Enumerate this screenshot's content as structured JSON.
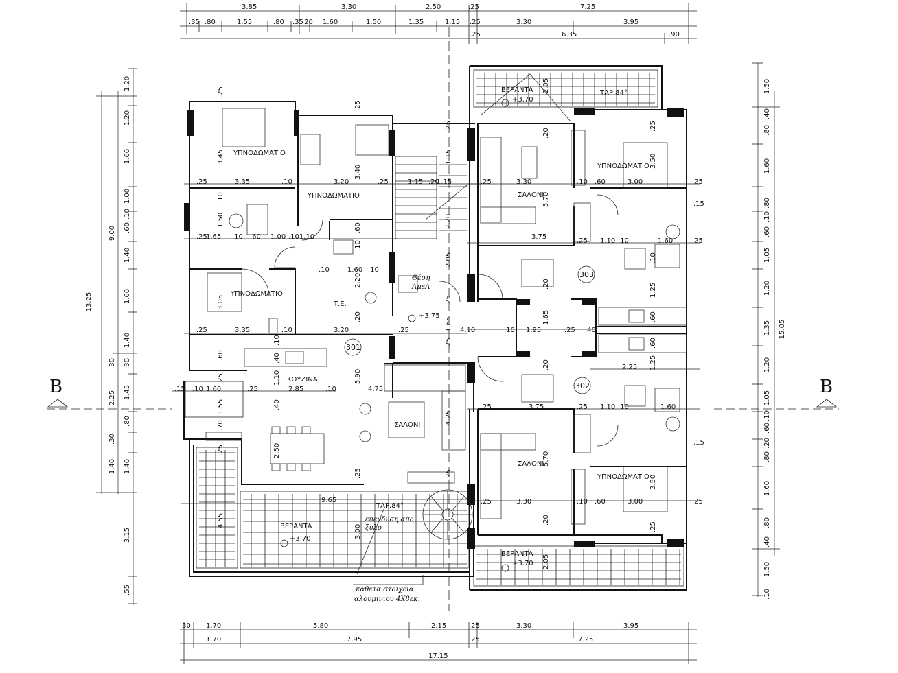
{
  "rooms": {
    "bed_left_top": "ΥΠΝΟΔΩΜΑΤΙΟ",
    "bed_mid_top": "ΥΠΝΟΔΩΜΑΤΙΟ",
    "bed_left_mid": "ΥΠΝΟΔΩΜΑΤΙΟ",
    "bed_right_top": "ΥΠΝΟΔΩΜΑΤΙΟ",
    "bed_right_bottom": "ΥΠΝΟΔΩΜΑΤΙΟ",
    "kitchen": "ΚΟΥΖΙΝΑ",
    "saloni_left": "ΣΑΛΟΝΙ",
    "saloni_right_top": "ΣΑΛΟΝΙ",
    "saloni_right_bottom": "ΣΑΛΟΝΙ",
    "veranda_left": "ΒΕΡΑΝΤΑ",
    "veranda_top_right": "ΒΕΡΑΝΤΑ",
    "veranda_bottom_right": "ΒΕΡΑΝΤΑ"
  },
  "levels": {
    "veranda_left": "+3.70",
    "veranda_top_right": "+3.70",
    "veranda_bottom_right": "+3.70",
    "landing": "+3.75"
  },
  "units": {
    "u301": "301",
    "u302": "302",
    "u303": "303"
  },
  "section_marks": {
    "left": "B",
    "right": "B"
  },
  "notes": {
    "thesi_1": "Θέση",
    "thesi_2": "ΑμεΑ",
    "te": "Τ.Ε.",
    "tap_top": "ΤΑΡ.84°",
    "tap_bottom": "ΤΑΡ.84°",
    "floor_1": "επενδυση απο",
    "floor_2": "ξυλο",
    "alum_1": "καθετα στοιχεια",
    "alum_2": "αλουμινιου 4Χ8εκ."
  },
  "dims_top_row1": [
    "3.85",
    "3.30",
    "2.50",
    ".25",
    "7.25"
  ],
  "dims_top_row2": [
    ".35",
    ".80",
    "1.55",
    ".80",
    ".35",
    ".20",
    "1.60",
    "1.50",
    "1.35",
    "1.15",
    ".25",
    "3.30",
    "3.95"
  ],
  "dims_top_row3": [
    ".25",
    "6.35",
    ".90"
  ],
  "dims_bottom_row1": [
    ".30",
    "1.70",
    "5.80",
    "2.15",
    ".25",
    "3.30",
    "3.95"
  ],
  "dims_bottom_row2": [
    "1.70",
    "7.95",
    ".25",
    "7.25"
  ],
  "dims_bottom_row3": [
    "17.15"
  ],
  "dims_left_outer": [
    "13.25"
  ],
  "dims_left_mid": [
    "9.00",
    "3.15"
  ],
  "dims_left_inner": [
    "1.20",
    "1.20",
    "1.60",
    "1.00",
    ".10",
    ".60",
    "1.40",
    "1.60",
    "1.40",
    ".30",
    ".30",
    "1.45",
    "2.25",
    ".80",
    ".30",
    "1.40",
    "1.40",
    ".55"
  ],
  "dims_right_outer": [
    "15.05"
  ],
  "dims_right_inner": [
    "1.50",
    ".40",
    ".80",
    "1.60",
    ".80",
    ".10",
    ".60",
    "1.05",
    "1.20",
    "1.35",
    "1.20",
    "1.05",
    ".10",
    ".60",
    ".20",
    ".80",
    "1.60",
    ".80",
    ".40",
    "1.50",
    ".10"
  ],
  "dims_interior": {
    "a_345": "3.45",
    "a_335a": "3.35",
    "a_10a": ".10",
    "a_25a": ".25",
    "a_25b": ".25",
    "a_320a": "3.20",
    "a_340": "3.40",
    "a_25c": ".25",
    "a_115a": "1.15",
    "a_20a": ".20",
    "a_115b": "1.15",
    "a_115c": "1.15",
    "a_150": "1.50",
    "a_10b": ".10",
    "a_165": "1.65",
    "a_10c": ".10",
    "a_60a": ".60",
    "a_100": "1.00",
    "a_10110": ".101.10",
    "a_25d": ".25",
    "a_60b": ".60",
    "a_10d": ".10",
    "a_160a": "1.60",
    "a_10e": ".10",
    "a_10f": ".10",
    "a_220a": "2.20",
    "a_220b": "2.20",
    "a_205a": "2.05",
    "a_305": "3.05",
    "a_335b": "3.35",
    "a_10g": ".10",
    "a_320b": "3.20",
    "a_20b": ".20",
    "a_25e": ".25",
    "a_25f": ".25",
    "a_165b": "1.65",
    "a_410": "4.10",
    "a_10h": ".10",
    "a_195": "1.95",
    "a_165c": "1.65",
    "a_25g": ".25",
    "a_40a": ".40",
    "a_40b": ".40",
    "a_60c": ".60",
    "a_10i": ".10",
    "a_285": "2.85",
    "a_110": "1.10",
    "a_10j": ".10",
    "a_15": ".15",
    "a_10k": ".10",
    "a_160b": "1.60",
    "a_25h": ".25",
    "a_155": "1.55",
    "a_40c": ".40",
    "a_590": "5.90",
    "a_475": "4.75",
    "a_425": "4.25",
    "a_70": ".70",
    "a_250": "2.50",
    "a_965": "9.65",
    "a_455": "4.55",
    "a_300": "3.00",
    "a_25i": ".25",
    "a_330a": "3.30",
    "a_570a": "5.70",
    "a_375a": "3.75",
    "a_25j": ".25",
    "a_20c": ".20",
    "a_10l": ".10",
    "a_60d": ".60",
    "a_300b": "3.00",
    "a_350a": "3.50",
    "a_25k": ".25",
    "a_15b": ".15",
    "a_110b": "1.10",
    "a_10m": ".10",
    "a_160c": "1.60",
    "a_25l": ".25",
    "a_125a": "1.25",
    "a_10n": ".10",
    "a_60e": ".60",
    "a_225": "2.25",
    "a_125b": "1.25",
    "a_60f": ".60",
    "a_375b": "3.75",
    "a_25m": ".25",
    "a_110c": "1.10",
    "a_10o": ".10",
    "a_160d": "1.60",
    "a_15c": ".15",
    "a_330b": "3.30",
    "a_570b": "5.70",
    "a_20d": ".20",
    "a_10p": ".10",
    "a_60g": ".60",
    "a_300c": "3.00",
    "a_350b": "3.50",
    "a_25n": ".25",
    "a_205b": "2.05",
    "a_25o": ".25",
    "a_25p": ".25",
    "a_20e": ".20",
    "a_25q": ".25"
  }
}
